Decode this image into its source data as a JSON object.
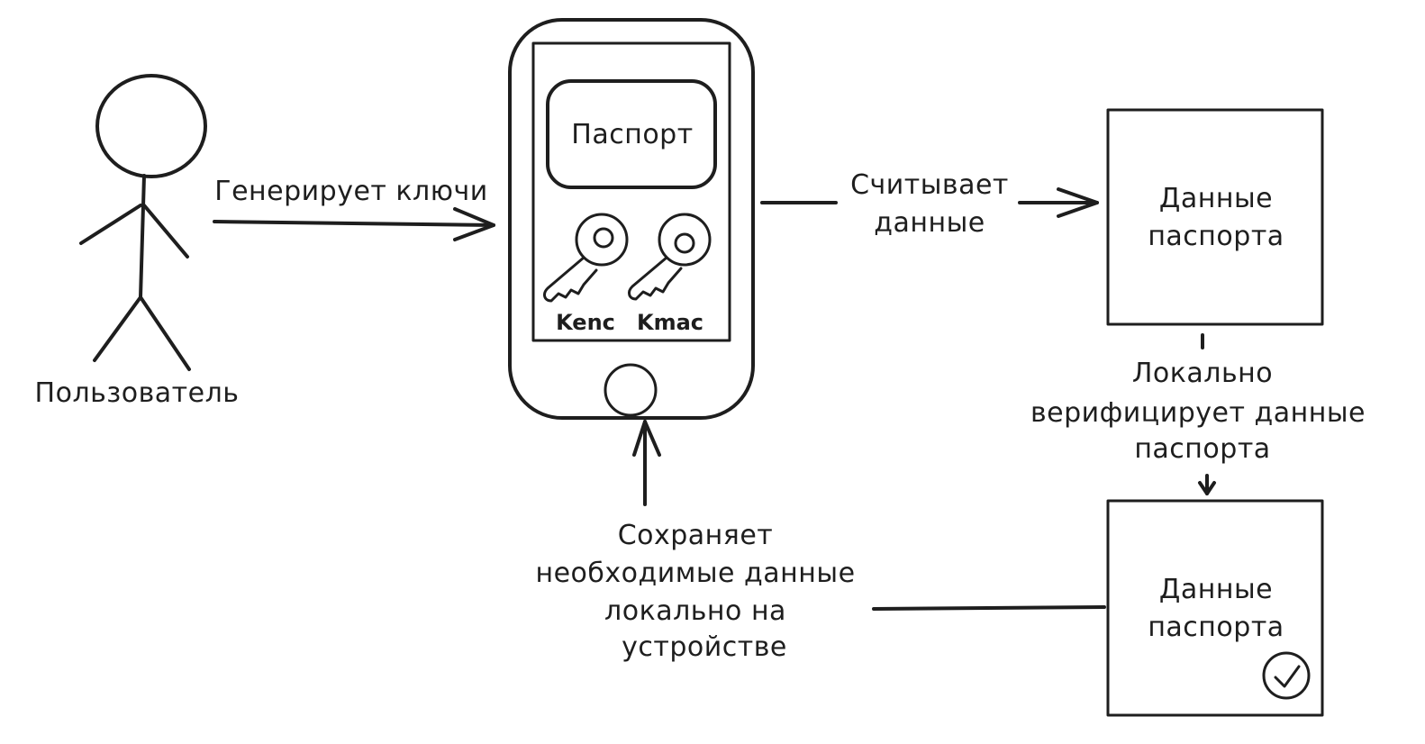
{
  "user": {
    "label": "Пользователь"
  },
  "arrow_generate": {
    "label": "Генерирует ключи"
  },
  "phone": {
    "passport_label": "Паспорт",
    "key1_label": "Kenc",
    "key2_label": "Kmac"
  },
  "arrow_read": {
    "label_line1": "Считывает",
    "label_line2": "данные"
  },
  "box_data": {
    "label_line1": "Данные",
    "label_line2": "паспорта"
  },
  "arrow_verify": {
    "label_line1": "Локально",
    "label_line2": "верифицирует данные",
    "label_line3": "паспорта"
  },
  "box_verified": {
    "label_line1": "Данные",
    "label_line2": "паспорта",
    "badge_icon": "check-icon"
  },
  "arrow_save": {
    "label_line1": "Сохраняет",
    "label_line2": "необходимые данные",
    "label_line3": "локально на",
    "label_line4": "устройстве"
  },
  "colors": {
    "box_fill": "#e9e9e9",
    "ink": "#1e1e1e",
    "badge": "#b2f2bb"
  }
}
